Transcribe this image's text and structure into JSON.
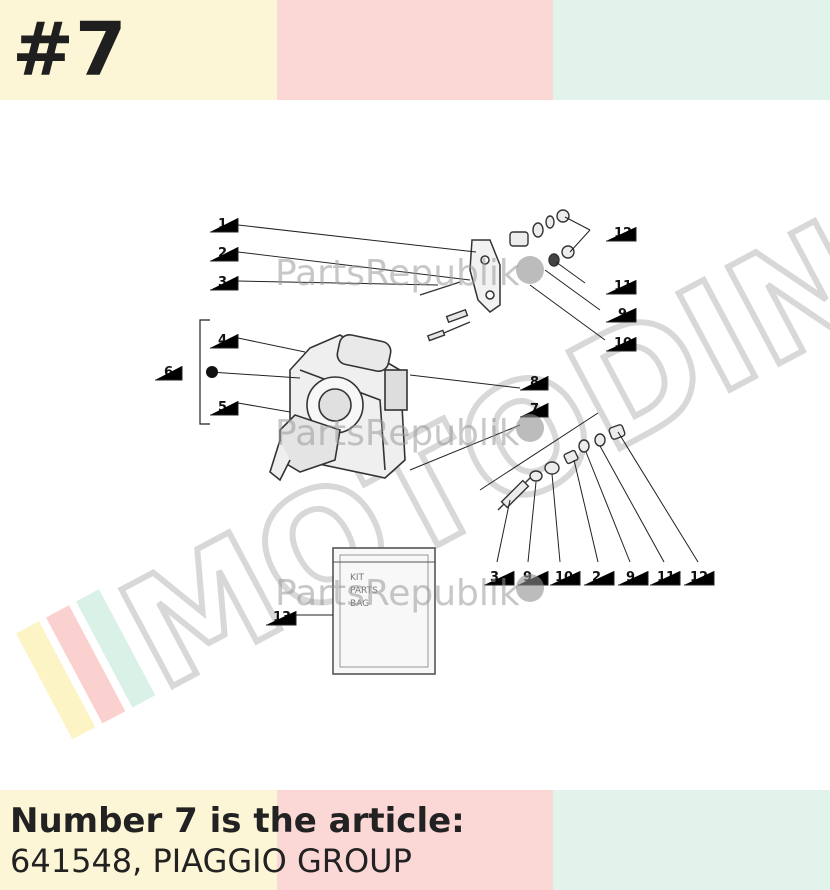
{
  "header": {
    "number": "#7"
  },
  "diagram": {
    "callouts": [
      "1",
      "2",
      "3",
      "4",
      "5",
      "6",
      "8",
      "7",
      "12",
      "11",
      "9",
      "10",
      "3",
      "9",
      "10",
      "2",
      "9",
      "11",
      "12",
      "13"
    ],
    "watermark_text": "PartsRepublik",
    "brand_watermark": "MOTODINASIA",
    "kit_label": [
      "KIT",
      "PARTS",
      "BAG"
    ]
  },
  "caption": {
    "heading": "Number 7 is the article:",
    "body": "641548, PIAGGIO GROUP"
  },
  "colors": {
    "yellow": "#fdf6d6",
    "pink": "#fbd8d6",
    "mint": "#e2f3ec"
  }
}
